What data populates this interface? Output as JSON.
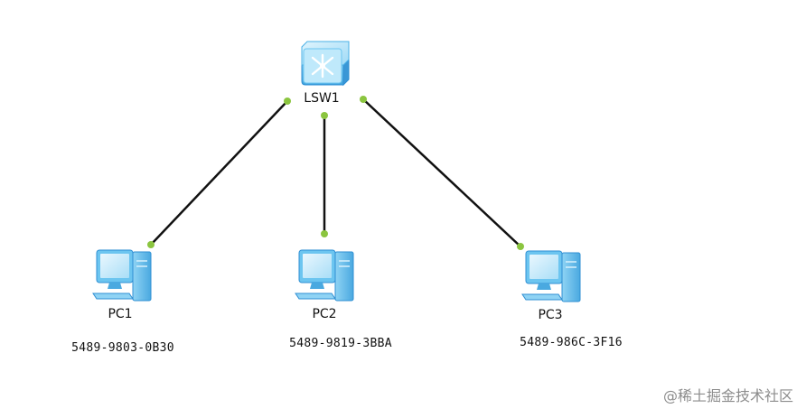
{
  "switch": {
    "name": "LSW1",
    "icon": "switch-icon"
  },
  "pcs": [
    {
      "name": "PC1",
      "mac": "5489-9803-0B30",
      "icon": "pc-icon"
    },
    {
      "name": "PC2",
      "mac": "5489-9819-3BBA",
      "icon": "pc-icon"
    },
    {
      "name": "PC3",
      "mac": "5489-986C-3F16",
      "icon": "pc-icon"
    }
  ],
  "watermark": "@稀土掘金技术社区",
  "colors": {
    "link": "#111111",
    "port_dot": "#8bc53f",
    "device_light": "#b9e6fb",
    "device_mid": "#6cc5f0",
    "device_dark": "#2f8fd3"
  }
}
